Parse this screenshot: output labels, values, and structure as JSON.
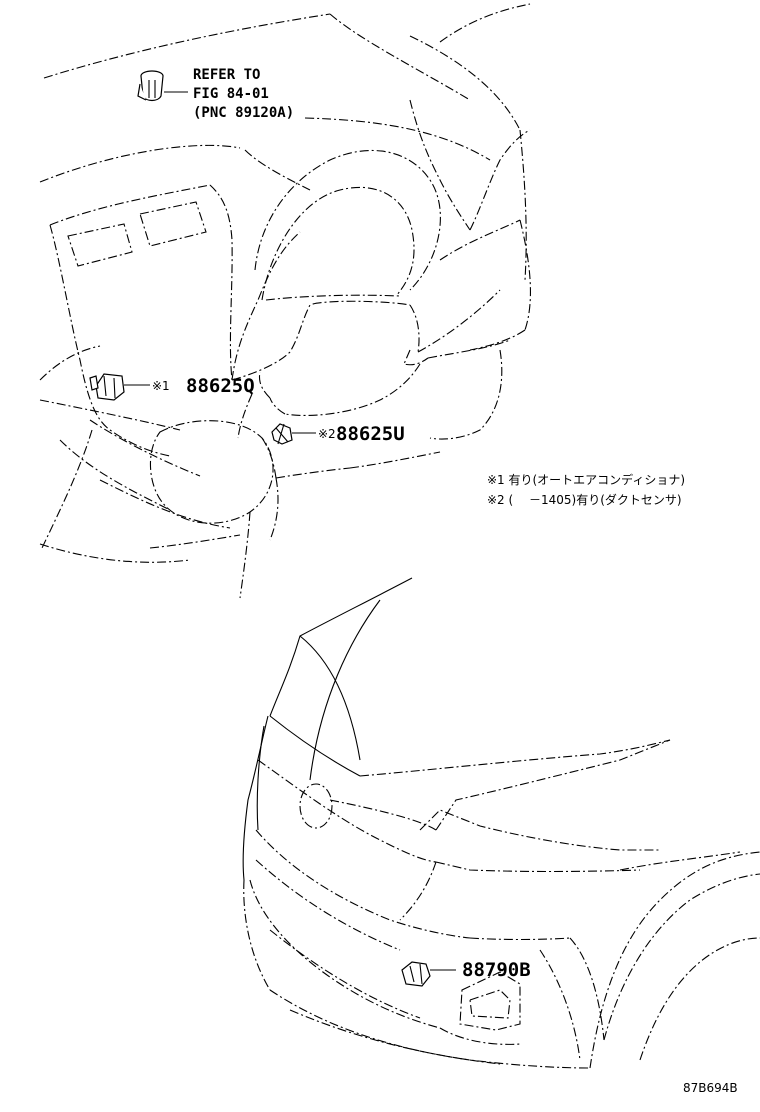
{
  "upper_view": {
    "refer_lines": [
      "REFER TO",
      "FIG 84-01",
      "(PNC 89120A)"
    ],
    "callouts": [
      {
        "mark": "※1",
        "part_number": "88625Q"
      },
      {
        "mark": "※2",
        "part_number": "88625U"
      }
    ],
    "notes": [
      "※1 有り(オートエアコンディショナ)",
      "※2 (　 －1405)有り(ダクトセンサ)"
    ]
  },
  "lower_view": {
    "part_number": "88790B"
  },
  "figure_code": "87B694B"
}
